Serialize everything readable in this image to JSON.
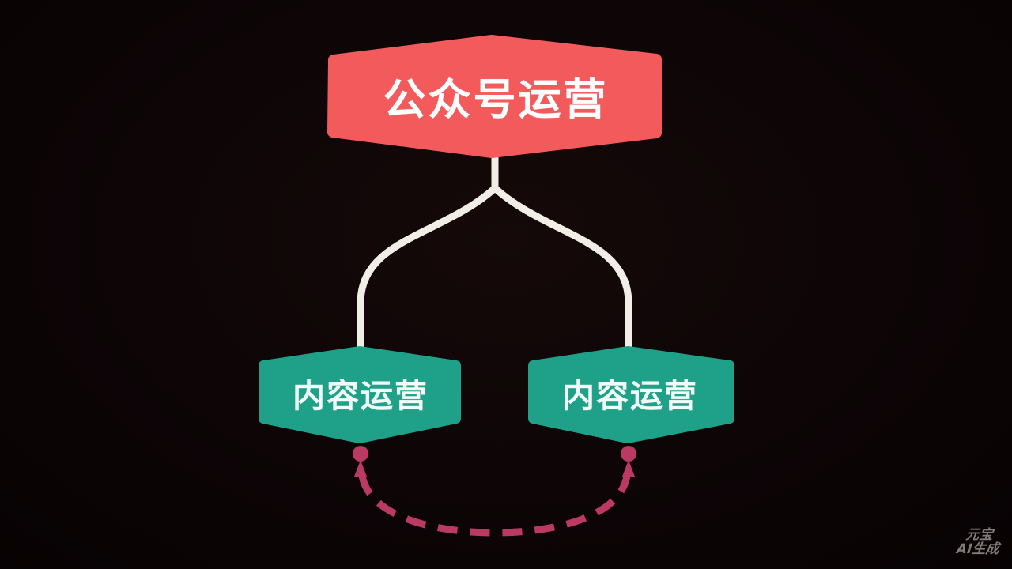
{
  "diagram": {
    "background_color": "#0d0506",
    "root_node": {
      "label": "公众号运营",
      "fill": "#f35a5b",
      "text_color": "#ffffff"
    },
    "child_nodes": [
      {
        "label": "内容运营",
        "fill": "#1fa189",
        "text_color": "#f2fdf8"
      },
      {
        "label": "内容运营",
        "fill": "#1fa189",
        "text_color": "#f2fdf8"
      }
    ],
    "connector_color": "#f1eee7",
    "dashed_arrow_color": "#bb3a64"
  },
  "watermark": {
    "line1": "元宝",
    "line2": "AI生成",
    "color": "#8b8680"
  }
}
